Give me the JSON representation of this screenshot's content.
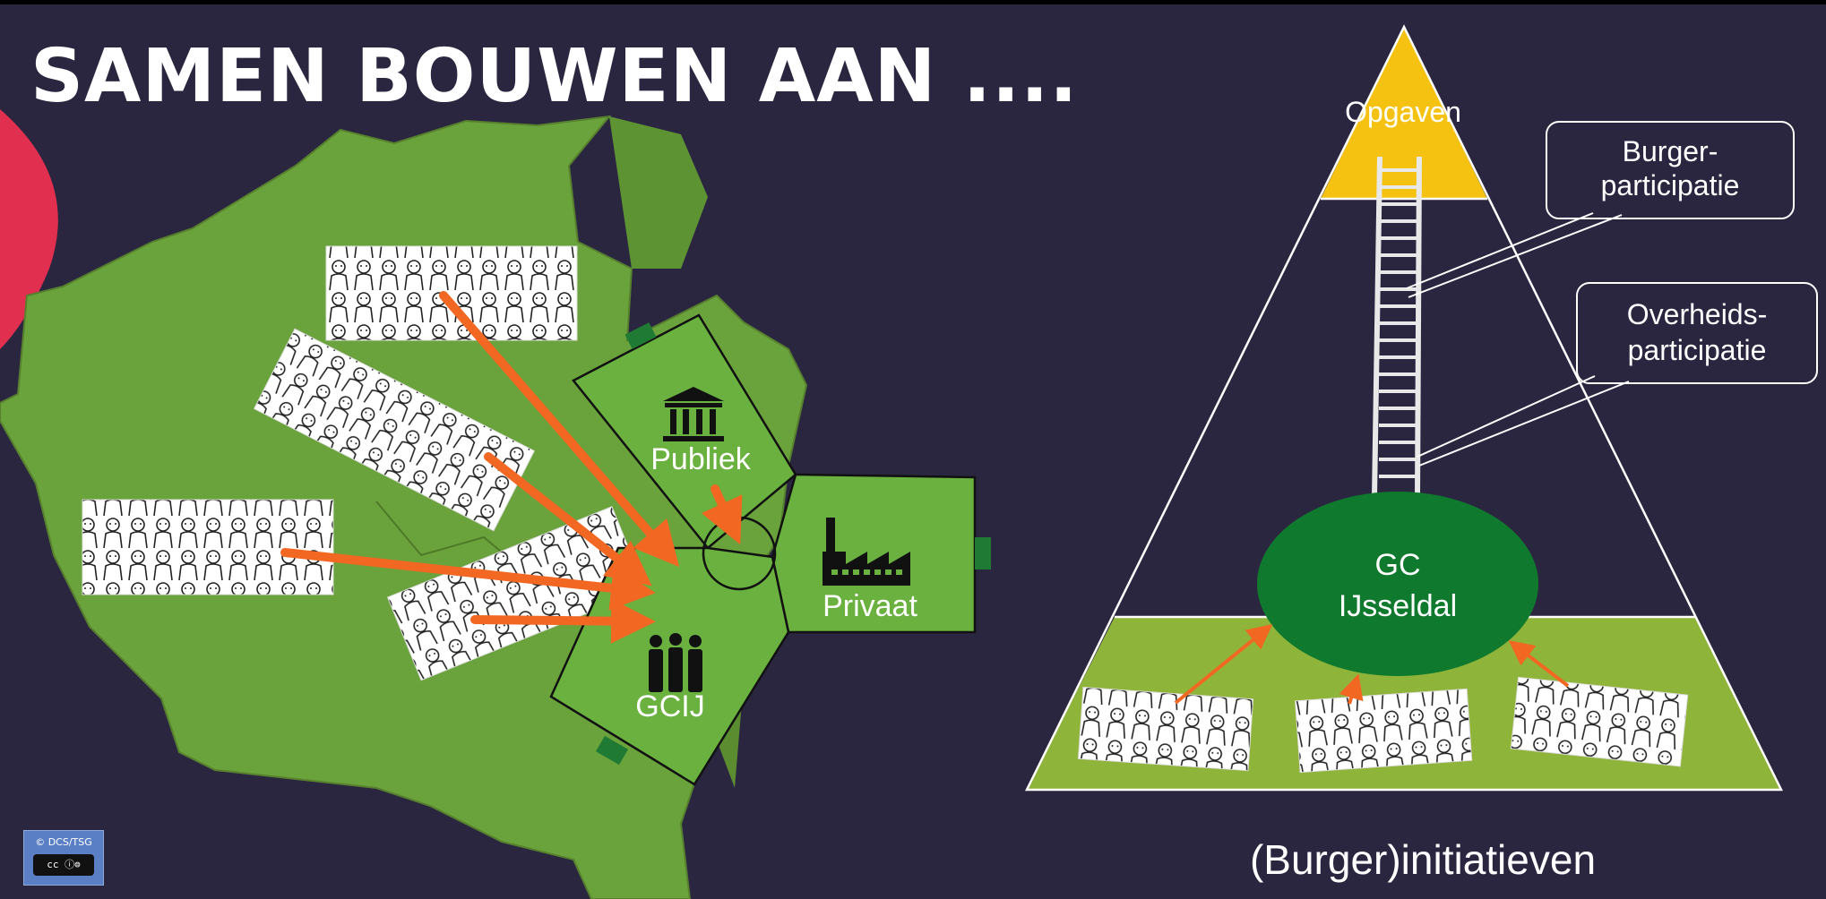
{
  "slide": {
    "title": "SAMEN BOUWEN AAN ....",
    "copyright": "© DCS/TSG",
    "license_mark": "cc ⓘ⊜"
  },
  "left_diagram": {
    "segments": [
      {
        "label": "Publiek",
        "icon": "institution-icon"
      },
      {
        "label": "Privaat",
        "icon": "factory-icon"
      },
      {
        "label": "GCIJ",
        "icon": "people-group-icon"
      }
    ]
  },
  "right_diagram": {
    "apex_label": "Opgaven",
    "callouts": [
      "Burger-\nparticipatie",
      "Overheids-\nparticipatie"
    ],
    "ellipse_lines": [
      "GC",
      "IJsseldal"
    ],
    "base_caption": "(Burger)initiatieven"
  },
  "colors": {
    "background": "#2b2640",
    "map_green": "#6aa23c",
    "segment_green": "#6ab13f",
    "arrow_orange": "#f26722",
    "apex_yellow": "#f5c211",
    "ellipse_green": "#0f7a2e",
    "base_green": "#8fb43a",
    "accent_red": "#e1304f"
  }
}
